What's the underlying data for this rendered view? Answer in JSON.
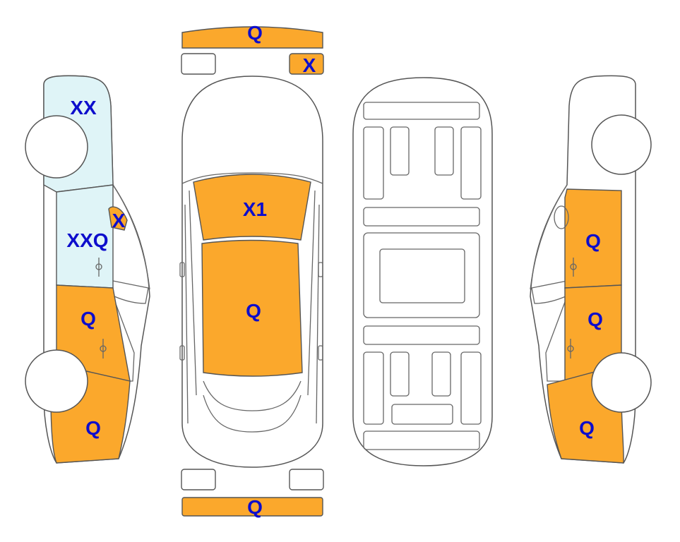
{
  "colors": {
    "damage_fill": "#FBA82C",
    "light_fill": "#DFF4F7",
    "label_color": "#0D0DCC",
    "outline": "#555555",
    "background": "#FFFFFF"
  },
  "panels": {
    "front_bumper": {
      "label": "Q",
      "state": "damaged"
    },
    "front_left_light": {
      "label": "",
      "state": "ok"
    },
    "front_right_light": {
      "label": "X",
      "state": "damaged"
    },
    "hood": {
      "label": "X1",
      "state": "damaged"
    },
    "roof": {
      "label": "Q",
      "state": "damaged"
    },
    "rear_left_light": {
      "label": "",
      "state": "ok"
    },
    "rear_right_light": {
      "label": "",
      "state": "ok"
    },
    "rear_bumper": {
      "label": "Q",
      "state": "damaged"
    },
    "left_front_fender": {
      "label": "XX",
      "state": "light"
    },
    "left_front_door": {
      "label": "XXQ",
      "state": "light"
    },
    "left_mirror": {
      "label": "X",
      "state": "damaged"
    },
    "left_rear_door": {
      "label": "Q",
      "state": "damaged"
    },
    "left_rear_quarter": {
      "label": "Q",
      "state": "damaged"
    },
    "right_rear_door": {
      "label": "Q",
      "state": "damaged"
    },
    "right_front_door": {
      "label": "Q",
      "state": "damaged"
    },
    "right_front_fender": {
      "label": "Q",
      "state": "damaged"
    }
  }
}
